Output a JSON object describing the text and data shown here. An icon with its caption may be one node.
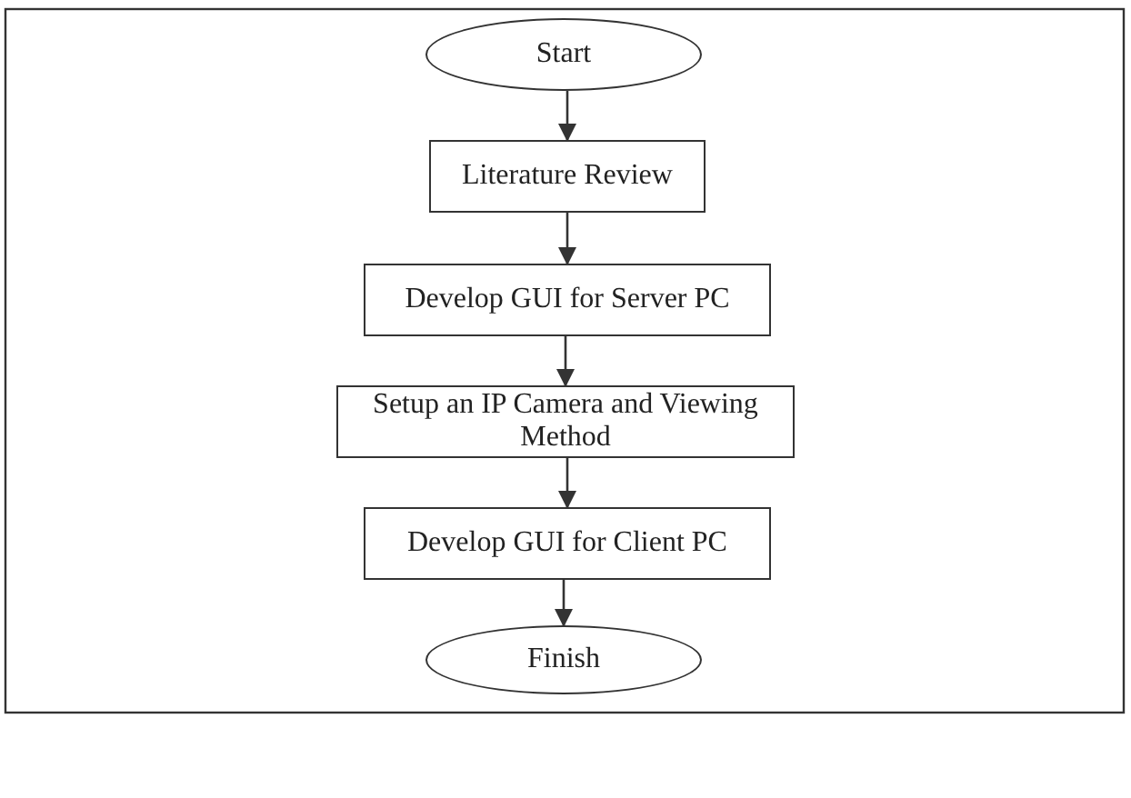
{
  "diagram": {
    "nodes": [
      {
        "text": [
          "Start"
        ]
      },
      {
        "text": [
          "Literature Review"
        ]
      },
      {
        "text": [
          "Develop GUI for Server PC"
        ]
      },
      {
        "text": [
          "Setup an IP Camera and Viewing Method"
        ]
      },
      {
        "text": [
          "Develop GUI for Client PC"
        ]
      },
      {
        "text": [
          "Finish"
        ]
      }
    ],
    "edges": [
      {
        "from": 0,
        "to": 1,
        "arrow": "to"
      },
      {
        "from": 1,
        "to": 2,
        "arrow": "to"
      },
      {
        "from": 2,
        "to": 3,
        "arrow": "to"
      },
      {
        "from": 3,
        "to": 4,
        "arrow": "to"
      },
      {
        "from": 4,
        "to": 5,
        "arrow": "to"
      }
    ]
  }
}
